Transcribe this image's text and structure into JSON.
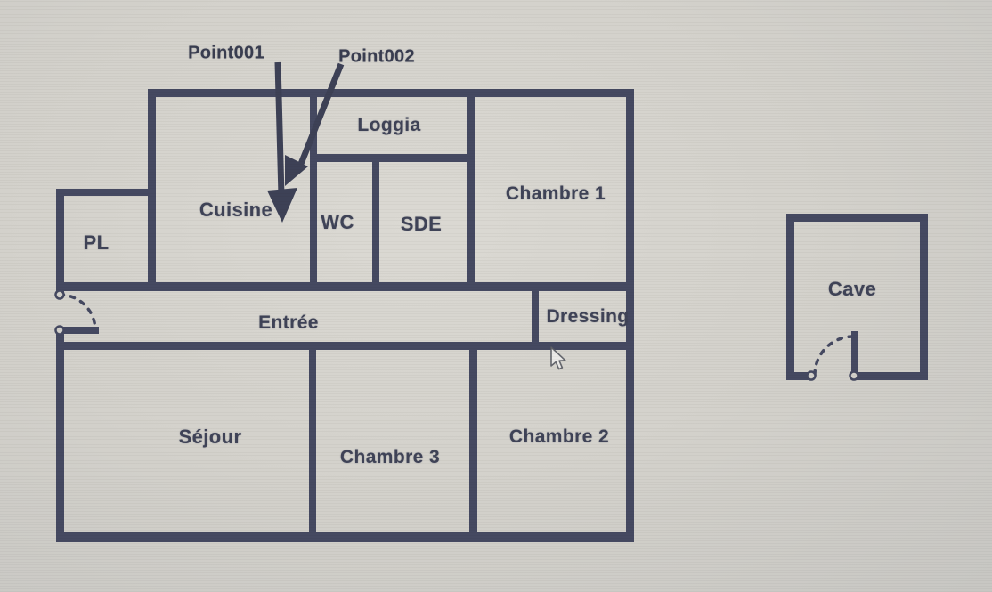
{
  "view": {
    "type": "floor-plan-screenshot",
    "background_color": "#d3d1cb",
    "wall_color": "#454961",
    "text_color": "#3f4357"
  },
  "annotations": {
    "point1": {
      "label": "Point001"
    },
    "point2": {
      "label": "Point002"
    }
  },
  "rooms": [
    {
      "id": "pl",
      "label": "PL"
    },
    {
      "id": "cuisine",
      "label": "Cuisine"
    },
    {
      "id": "loggia",
      "label": "Loggia"
    },
    {
      "id": "wc",
      "label": "WC"
    },
    {
      "id": "sde",
      "label": "SDE"
    },
    {
      "id": "chambre1",
      "label": "Chambre 1"
    },
    {
      "id": "entree",
      "label": "Entrée"
    },
    {
      "id": "dressing",
      "label": "Dressing"
    },
    {
      "id": "sejour",
      "label": "Séjour"
    },
    {
      "id": "chambre3",
      "label": "Chambre 3"
    },
    {
      "id": "chambre2",
      "label": "Chambre 2"
    },
    {
      "id": "cave",
      "label": "Cave"
    }
  ],
  "cursor": {
    "visible": true
  }
}
